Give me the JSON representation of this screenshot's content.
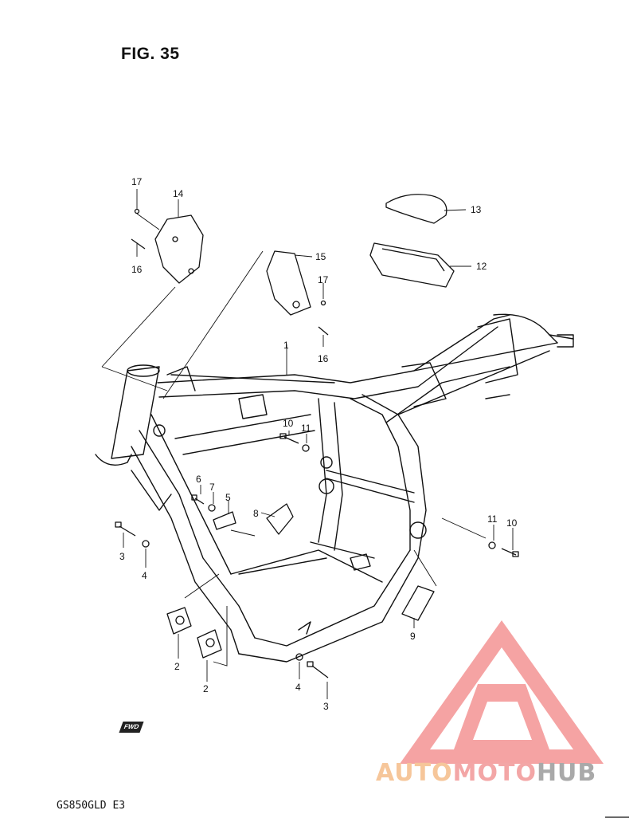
{
  "figure": {
    "title": "FIG. 35",
    "model": "GS850GLD  E3",
    "fwd_label": "FWD"
  },
  "watermark": {
    "part1": "AUTO",
    "part2": "MOTO",
    "part3": "HUB",
    "color_auto": "#f6c69a",
    "color_moto": "#f3a6a6",
    "color_hub": "#a9a9a9",
    "logo_color": "#f49a9a"
  },
  "callouts": {
    "c1": "1",
    "c2a": "2",
    "c2b": "2",
    "c3a": "3",
    "c3b": "3",
    "c4a": "4",
    "c4b": "4",
    "c5": "5",
    "c6": "6",
    "c7": "7",
    "c8": "8",
    "c9": "9",
    "c10a": "10",
    "c10b": "10",
    "c11a": "11",
    "c11b": "11",
    "c12": "12",
    "c13": "13",
    "c14": "14",
    "c15": "15",
    "c16a": "16",
    "c16b": "16",
    "c17a": "17",
    "c17b": "17"
  }
}
